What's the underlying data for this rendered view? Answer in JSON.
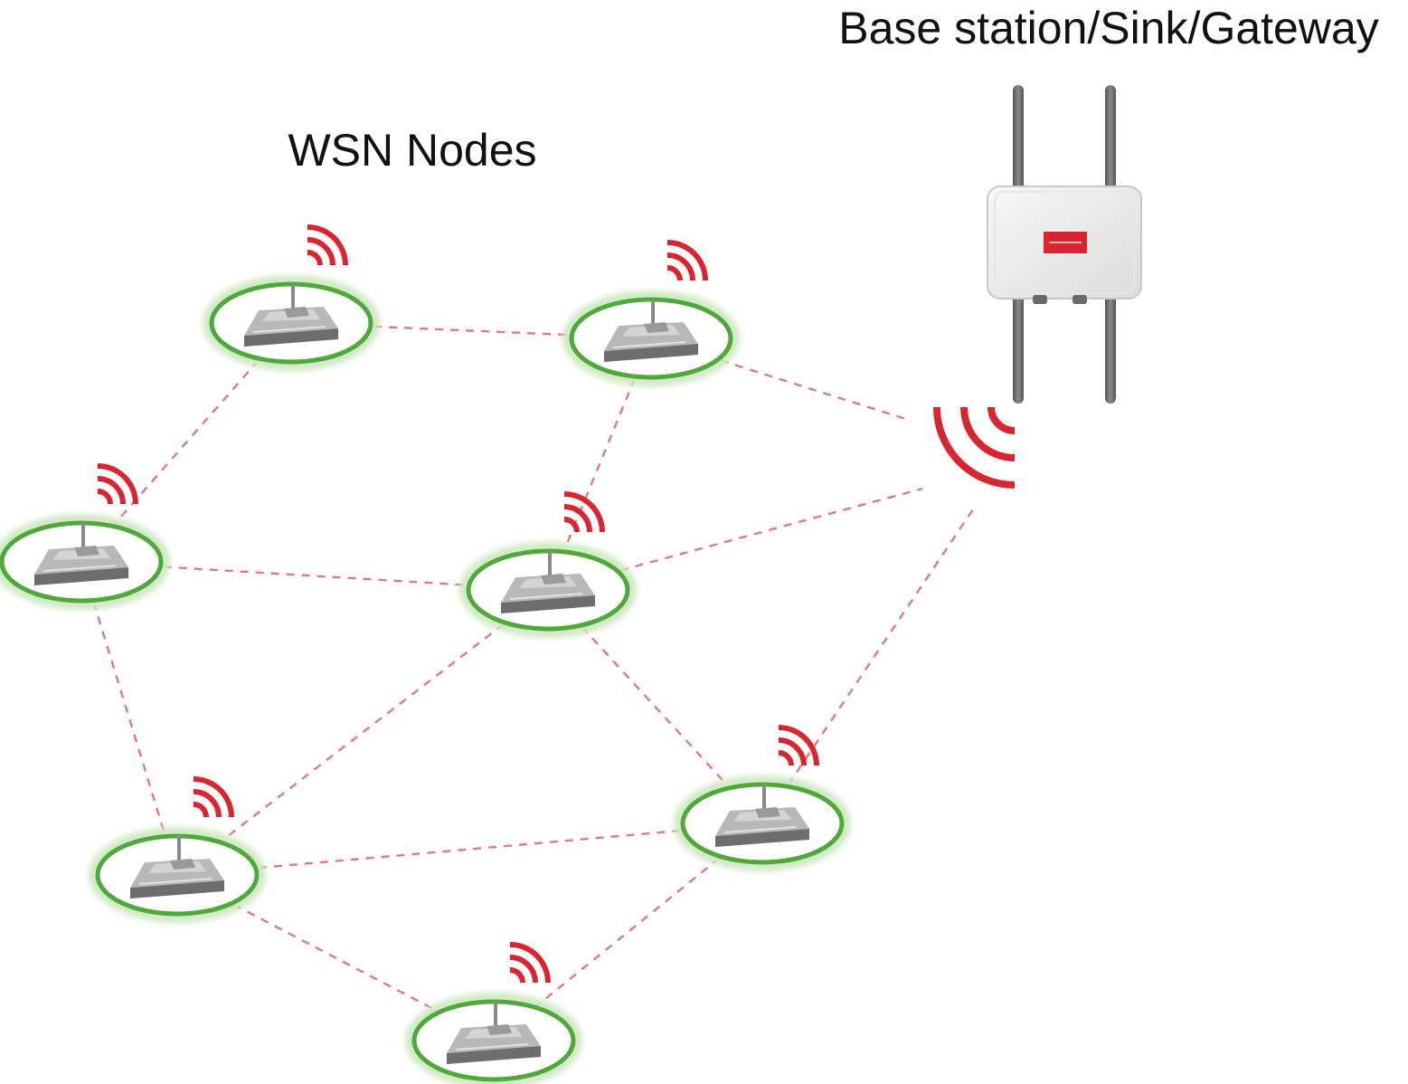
{
  "labels": {
    "gateway": "Base station/Sink/Gateway",
    "nodes": "WSN Nodes"
  },
  "colors": {
    "link": "#e0787f",
    "node_ring": "#4ea83a",
    "node_glow": "#cfe9c3",
    "signal": "#d9252f",
    "device_body": "#8a8a8a",
    "gateway_box": "#eeeeee",
    "gateway_antenna": "#6f6f6f",
    "gateway_logo": "#d9252f"
  },
  "icons": {
    "node": "sensor-node-icon",
    "signal": "wireless-signal-icon",
    "gateway": "gateway-router-icon"
  },
  "nodes": [
    {
      "id": "n1"
    },
    {
      "id": "n2"
    },
    {
      "id": "n3"
    },
    {
      "id": "n4"
    },
    {
      "id": "n5"
    },
    {
      "id": "n6"
    },
    {
      "id": "n7"
    }
  ],
  "links": [
    [
      "n1",
      "n2"
    ],
    [
      "n1",
      "n3"
    ],
    [
      "n2",
      "n4"
    ],
    [
      "n2",
      "gw"
    ],
    [
      "n3",
      "n4"
    ],
    [
      "n3",
      "n5"
    ],
    [
      "n4",
      "n5"
    ],
    [
      "n4",
      "n6"
    ],
    [
      "n4",
      "gw"
    ],
    [
      "n5",
      "n6"
    ],
    [
      "n5",
      "n7"
    ],
    [
      "n6",
      "n7"
    ],
    [
      "n6",
      "gw"
    ]
  ]
}
